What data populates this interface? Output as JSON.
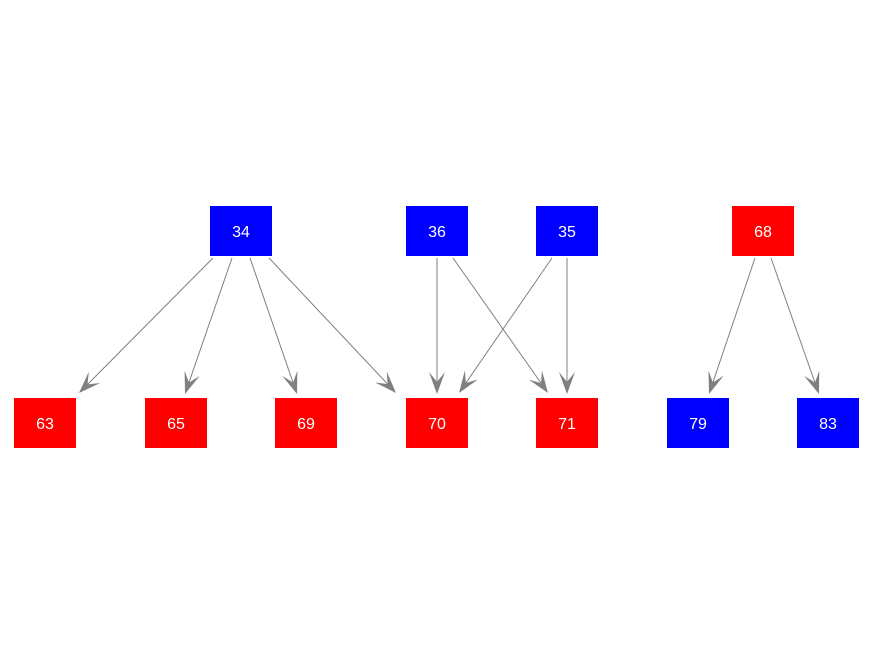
{
  "colors": {
    "blue": "#0000ff",
    "red": "#ff0000",
    "edge": "#808080",
    "label": "#ffffff",
    "background": "#ffffff"
  },
  "nodes": [
    {
      "id": "n34",
      "label": "34",
      "color": "blue"
    },
    {
      "id": "n36",
      "label": "36",
      "color": "blue"
    },
    {
      "id": "n35",
      "label": "35",
      "color": "blue"
    },
    {
      "id": "n68",
      "label": "68",
      "color": "red"
    },
    {
      "id": "n63",
      "label": "63",
      "color": "red"
    },
    {
      "id": "n65",
      "label": "65",
      "color": "red"
    },
    {
      "id": "n69",
      "label": "69",
      "color": "red"
    },
    {
      "id": "n70",
      "label": "70",
      "color": "red"
    },
    {
      "id": "n71",
      "label": "71",
      "color": "red"
    },
    {
      "id": "n79",
      "label": "79",
      "color": "blue"
    },
    {
      "id": "n83",
      "label": "83",
      "color": "blue"
    }
  ],
  "edges": [
    {
      "from": "n34",
      "to": "n63"
    },
    {
      "from": "n34",
      "to": "n65"
    },
    {
      "from": "n34",
      "to": "n69"
    },
    {
      "from": "n34",
      "to": "n70"
    },
    {
      "from": "n36",
      "to": "n70"
    },
    {
      "from": "n36",
      "to": "n71"
    },
    {
      "from": "n35",
      "to": "n70"
    },
    {
      "from": "n35",
      "to": "n71"
    },
    {
      "from": "n68",
      "to": "n79"
    },
    {
      "from": "n68",
      "to": "n83"
    }
  ]
}
